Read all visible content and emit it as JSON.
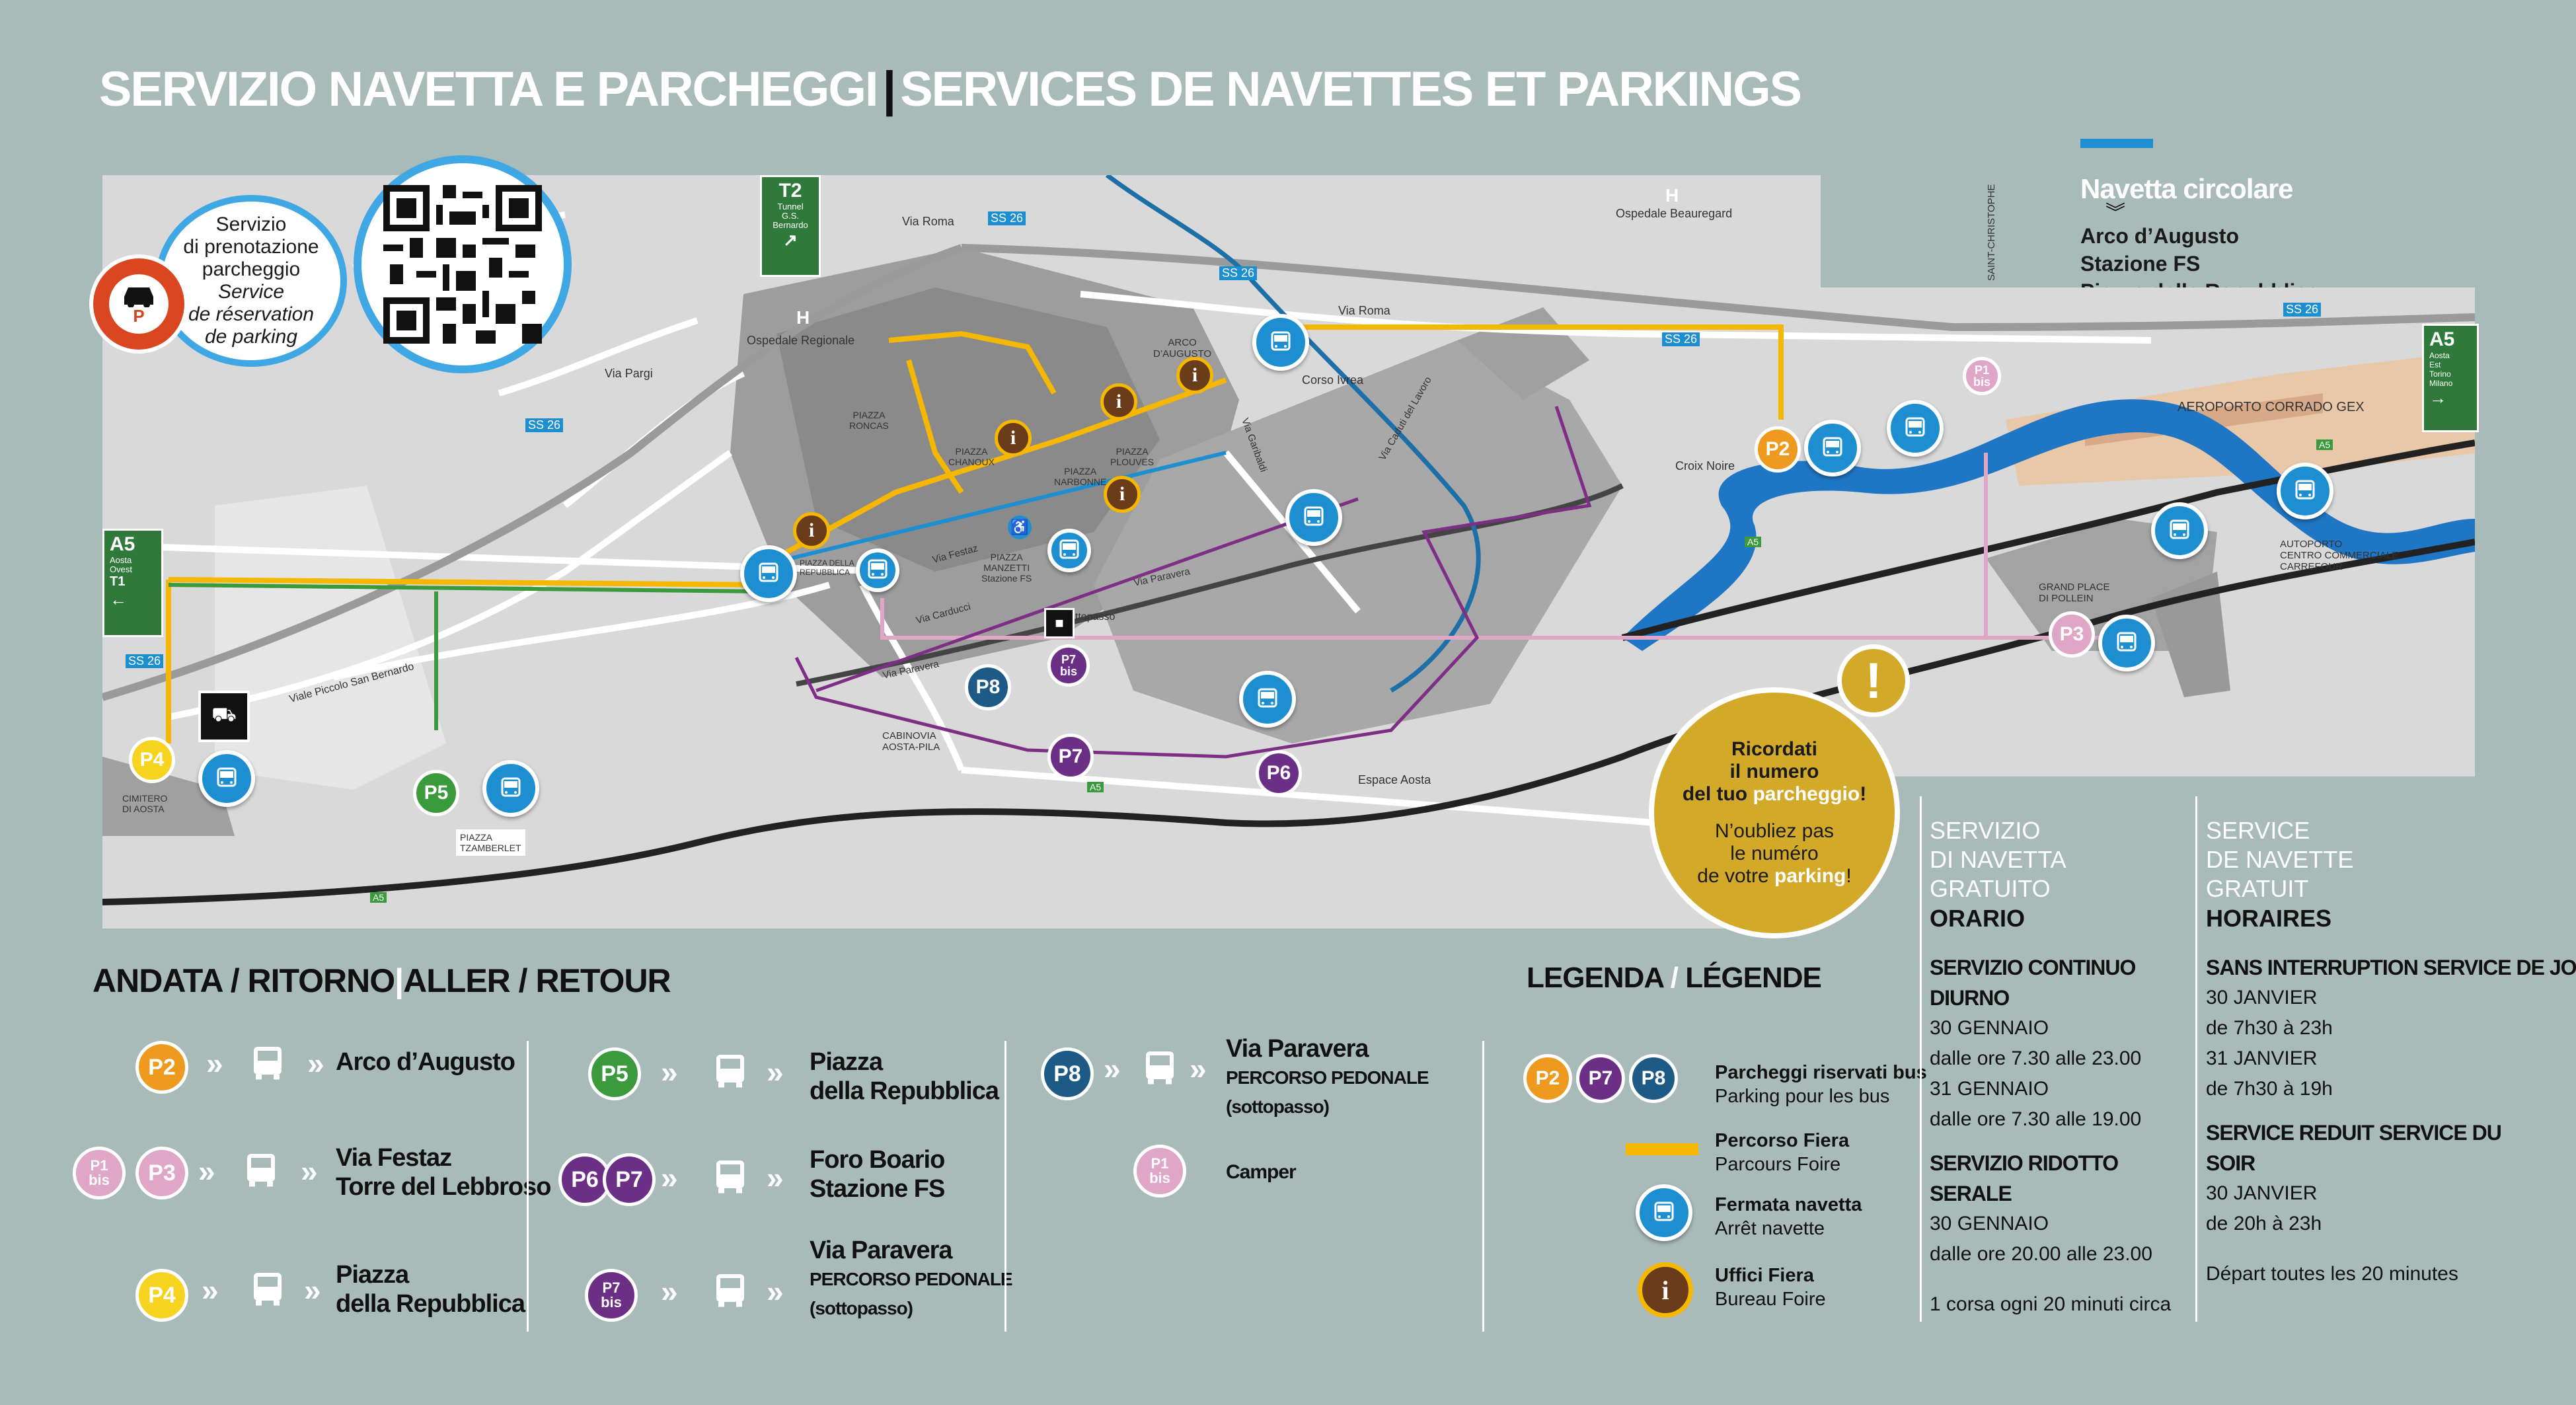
{
  "header": {
    "title_it": "SERVIZIO NAVETTA E PARCHEGGI",
    "separator": "|",
    "title_fr": "SERVICES DE NAVETTES ET PARKINGS"
  },
  "navetta": {
    "title": "Navetta circolare",
    "stops": [
      "Arco d’Augusto",
      "Stazione FS",
      "Piazza della Repubblica"
    ]
  },
  "booking": {
    "it_line1": "Servizio",
    "it_line2": "di prenotazione",
    "it_line3": "parcheggio",
    "fr_line1": "Service",
    "fr_line2": "de réservation",
    "fr_line3": "de parking",
    "icon_letter": "P"
  },
  "map_labels": {
    "via_roma_1": "Via Roma",
    "via_roma_2": "Via Roma",
    "ss26_a": "SS 26",
    "ss26_b": "SS 26",
    "ss26_c": "SS 26",
    "ss26_d": "SS 26",
    "ss26_e": "SS 26",
    "ss26_f": "SS 26",
    "ospedale_regionale": "Ospedale Regionale",
    "ospedale_beauregard": "Ospedale Beauregard",
    "h1": "H",
    "h2": "H",
    "via_parigi": "Via Pargi",
    "corso_ivrea": "Corso Ivrea",
    "saint_christophe": "SAINT-CHRISTOPHE",
    "aeroporto": "AEROPORTO CORRADO GEX",
    "croix_noire": "Croix Noire",
    "arco": "ARCO\nD’AUGUSTO",
    "piazza_roncas": "PIAZZA\nRONCAS",
    "piazza_chanoux": "PIAZZA\nCHANOUX",
    "piazza_narbonne": "PIAZZA\nNARBONNE",
    "piazza_plouves": "PIAZZA\nPLOUVES",
    "piazza_repubblica": "PIAZZA DELLA\nREPUBBLICA",
    "piazza_manzetti": "PIAZZA\nMANZETTI\nStazione FS",
    "via_festaz": "Via Festaz",
    "via_carducci": "Via Carducci",
    "via_paravera_1": "Via Paravera",
    "via_paravera_2": "Via Paravera",
    "via_garibaldi": "Via Garibaldi",
    "via_caduti": "Via Caduti del Lavoro",
    "sottopasso": "sottopasso",
    "viale_piccolo": "Viale Piccolo San Bernardo",
    "cimitero": "CIMITERO\nDI AOSTA",
    "piazza_tzamberlet": "PIAZZA\nTZAMBERLET",
    "cabinovia": "CABINOVIA\nAOSTA-PILA",
    "espace_aosta": "Espace Aosta",
    "grand_place": "GRAND PLACE\nDI POLLEIN",
    "autoporto": "AUTOPORTO\nCENTRO COMMERCIALE\nCARREFOUR",
    "a5_road_1": "A5",
    "a5_road_2": "A5",
    "a5_road_3": "A5",
    "a5_road_4": "A5"
  },
  "highway_signs": {
    "t2": {
      "code": "T2",
      "text": "Tunnel\nG.S.\nBernardo"
    },
    "a5_west": {
      "code": "A5",
      "text": "Aosta\nOvest",
      "sub": "T1"
    },
    "a5_east": {
      "code": "A5",
      "text": "Aosta\nEst\nTorino\nMilano"
    }
  },
  "parking_badges": {
    "p1bis": "P1\nbis",
    "p2": "P2",
    "p3": "P3",
    "p4": "P4",
    "p5": "P5",
    "p6": "P6",
    "p7": "P7",
    "p7bis": "P7\nbis",
    "p8": "P8"
  },
  "reminder": {
    "it_1": "Ricordati",
    "it_2": "il numero",
    "it_3": "del tuo",
    "it_hl": "parcheggio",
    "it_end": "!",
    "fr_1": "N’oubliez pas",
    "fr_2": "le numéro",
    "fr_3": "de votre",
    "fr_hl": "parking",
    "fr_end": "!",
    "mark": "!"
  },
  "andata": {
    "title_it": "ANDATA / RITORNO",
    "sep": "|",
    "title_fr": "ALLER / RETOUR",
    "rows": [
      {
        "dest": "Arco d’Augusto"
      },
      {
        "dest1": "Via Festaz",
        "dest2": "Torre del Lebbroso"
      },
      {
        "dest1": "Piazza",
        "dest2": "della Repubblica"
      },
      {
        "dest1": "Piazza",
        "dest2": "della Repubblica"
      },
      {
        "dest1": "Foro Boario",
        "dest2": "Stazione FS"
      },
      {
        "dest1": "Via Paravera",
        "dest2": "PERCORSO PEDONALE",
        "dest3": "(sottopasso)"
      },
      {
        "dest1": "Via Paravera",
        "dest2": "PERCORSO PEDONALE",
        "dest3": "(sottopasso)"
      },
      {
        "dest": "Camper"
      }
    ]
  },
  "legenda": {
    "title_it": "LEGENDA",
    "sep": "/",
    "title_fr": "LÉGENDE",
    "items": [
      {
        "it": "Parcheggi riservati bus",
        "fr": "Parking pour les bus"
      },
      {
        "it": "Percorso Fiera",
        "fr": "Parcours Foire"
      },
      {
        "it": "Fermata navetta",
        "fr": "Arrêt navette"
      },
      {
        "it": "Uffici Fiera",
        "fr": "Bureau Foire"
      }
    ]
  },
  "schedule_it": {
    "h1": "SERVIZIO",
    "h2": "DI NAVETTA",
    "h3": "GRATUITO",
    "h4": "ORARIO",
    "s1": "SERVIZIO CONTINUO DIURNO",
    "l1": "30 GENNAIO",
    "l2": "dalle ore 7.30 alle 23.00",
    "l3": "31 GENNAIO",
    "l4": "dalle ore 7.30 alle 19.00",
    "s2": "SERVIZIO RIDOTTO SERALE",
    "l5": "30 GENNAIO",
    "l6": "dalle ore 20.00 alle 23.00",
    "l7": "1 corsa ogni 20 minuti circa"
  },
  "schedule_fr": {
    "h1": "SERVICE",
    "h2": "DE NAVETTE",
    "h3": "GRATUIT",
    "h4": "HORAIRES",
    "s1": "SANS INTERRUPTION SERVICE DE JOUR",
    "l1": "30 JANVIER",
    "l2": "de 7h30 à 23h",
    "l3": "31 JANVIER",
    "l4": "de 7h30 à 19h",
    "s2": "SERVICE REDUIT SERVICE DU SOIR",
    "l5": "30 JANVIER",
    "l6": "de 20h à 23h",
    "l7": "Départ toutes les 20 minutes"
  },
  "colors": {
    "background": "#a9bbb8",
    "shuttle_blue": "#1d8fd1",
    "fair_yellow": "#f5b700",
    "p2_orange": "#ee9a1f",
    "p5_green": "#3a9a3c",
    "p7_purple": "#6c2f86",
    "p8_navy": "#1e5a86",
    "p1_pink": "#e0a6c8",
    "reminder_gold": "#d3a92a"
  }
}
